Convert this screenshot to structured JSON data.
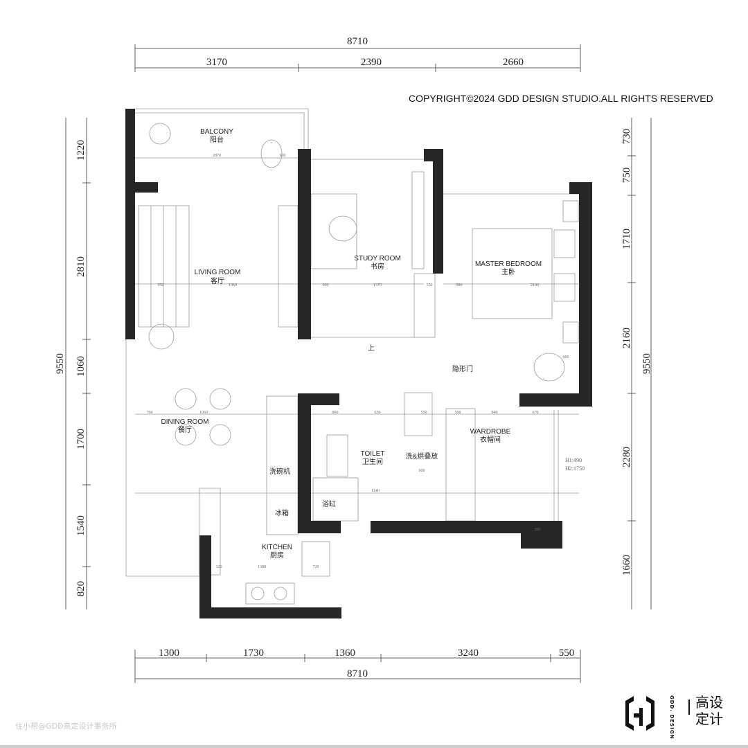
{
  "copyright": "COPYRIGHT©2024 GDD DESIGN STUDIO.ALL RIGHTS RESERVED",
  "dimensions": {
    "top_total": "8710",
    "top": [
      "3170",
      "2390",
      "2660"
    ],
    "bottom": [
      "1300",
      "1730",
      "1360",
      "3240",
      "550"
    ],
    "bottom_total": "8710",
    "left": [
      "1220",
      "2810",
      "1060",
      "1700",
      "1540",
      "820"
    ],
    "left_total": "9550",
    "right": [
      "730",
      "750",
      "1710",
      "2160",
      "2280",
      "1660"
    ],
    "right_total": "9550"
  },
  "rooms": {
    "balcony": {
      "en": "BALCONY",
      "cn": "阳台"
    },
    "living": {
      "en": "LIVING ROOM",
      "cn": "客厅"
    },
    "study": {
      "en": "STUDY ROOM",
      "cn": "书房"
    },
    "master": {
      "en": "MASTER BEDROOM",
      "cn": "主卧"
    },
    "dining": {
      "en": "DINING ROOM",
      "cn": "餐厅"
    },
    "toilet": {
      "en": "TOILET",
      "cn": "卫生间"
    },
    "wardrobe": {
      "en": "WARDROBE",
      "cn": "衣帽间"
    },
    "kitchen": {
      "en": "KITCHEN",
      "cn": "厨房"
    }
  },
  "fixtures": {
    "dishwasher": "洗碗机",
    "fridge": "冰箱",
    "bathtub": "浴缸",
    "washer_dryer": "洗&烘叠放",
    "hidden_door": "隐形门",
    "up": "上",
    "h1": "H1:490",
    "h2": "H2:1750"
  },
  "inner_dims": [
    "2870",
    "600",
    "950",
    "1960",
    "600",
    "1370",
    "550",
    "580",
    "2190",
    "600",
    "1060",
    "760",
    "860",
    "650",
    "550",
    "500",
    "940",
    "670",
    "600",
    "1140",
    "720",
    "1380",
    "320",
    "280"
  ],
  "logo": {
    "en": "GDD. DESIGN",
    "cn": "高设定计"
  },
  "watermark": "住小帮@GDD高定设计事务所"
}
